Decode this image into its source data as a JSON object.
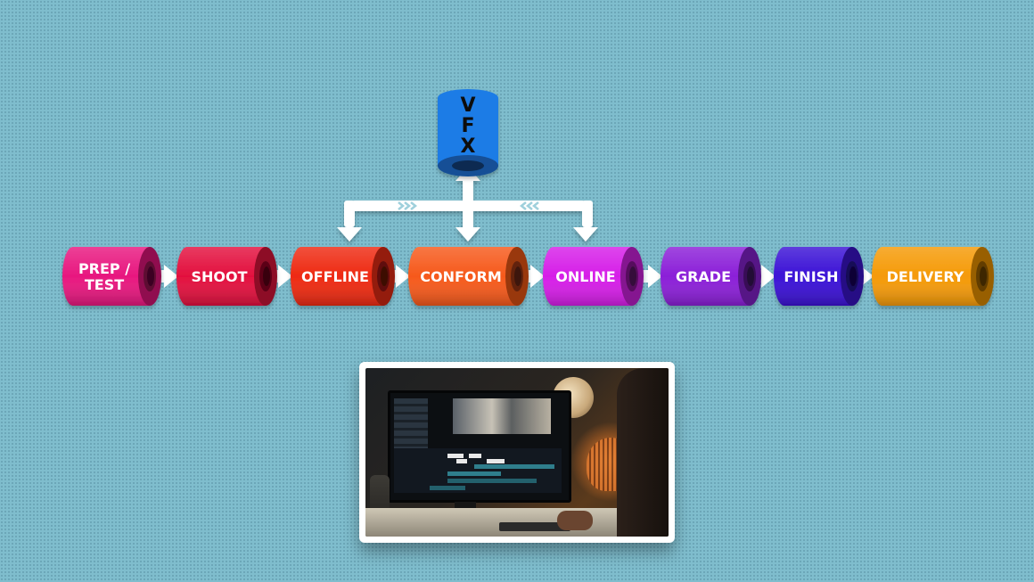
{
  "diagram": {
    "stages": [
      {
        "id": "prep",
        "lines": [
          "PREP /",
          "TEST"
        ],
        "color": "#e8177f"
      },
      {
        "id": "shoot",
        "lines": [
          "SHOOT"
        ],
        "color": "#e3103e"
      },
      {
        "id": "offline",
        "lines": [
          "OFFLINE"
        ],
        "color": "#ee2a12"
      },
      {
        "id": "conform",
        "lines": [
          "CONFORM"
        ],
        "color": "#f6591b"
      },
      {
        "id": "online",
        "lines": [
          "ONLINE"
        ],
        "color": "#d61ee8"
      },
      {
        "id": "grade",
        "lines": [
          "GRADE"
        ],
        "color": "#8b1fd8"
      },
      {
        "id": "finish",
        "lines": [
          "FINISH"
        ],
        "color": "#3b12d6"
      },
      {
        "id": "delivery",
        "lines": [
          "DELIVERY"
        ],
        "color": "#f59a07"
      }
    ],
    "vfx": {
      "letters": [
        "V",
        "F",
        "X"
      ],
      "color": "#1c7be6"
    }
  },
  "photo": {
    "icon": "editing-suite-photo"
  }
}
